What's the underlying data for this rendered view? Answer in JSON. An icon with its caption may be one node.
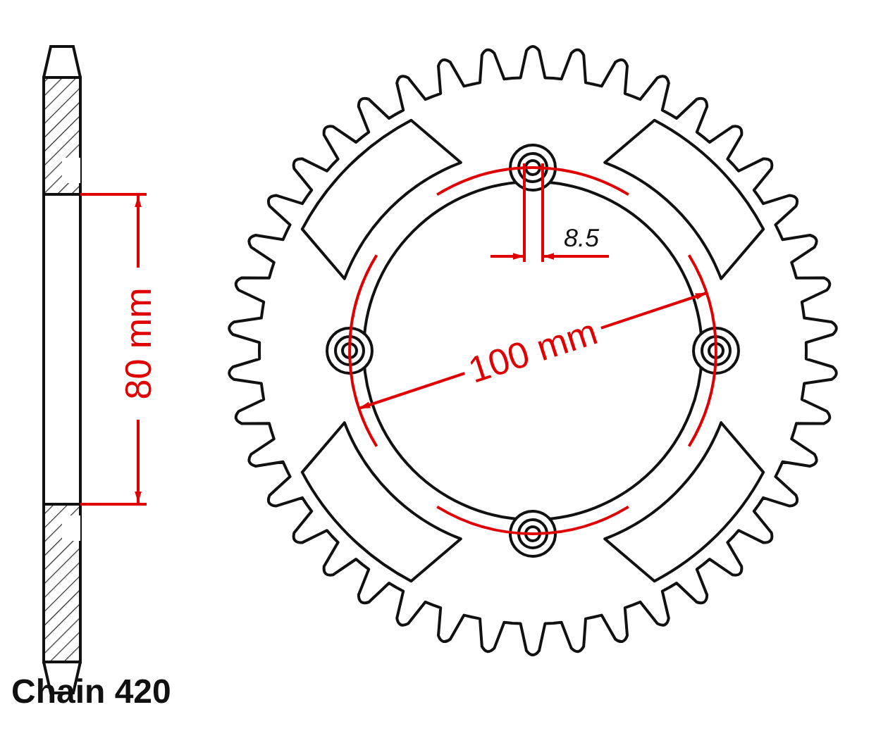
{
  "diagram": {
    "labels": [
      "8.5",
      "100 mm",
      "80 mm",
      "Chain 420"
    ]
  }
}
